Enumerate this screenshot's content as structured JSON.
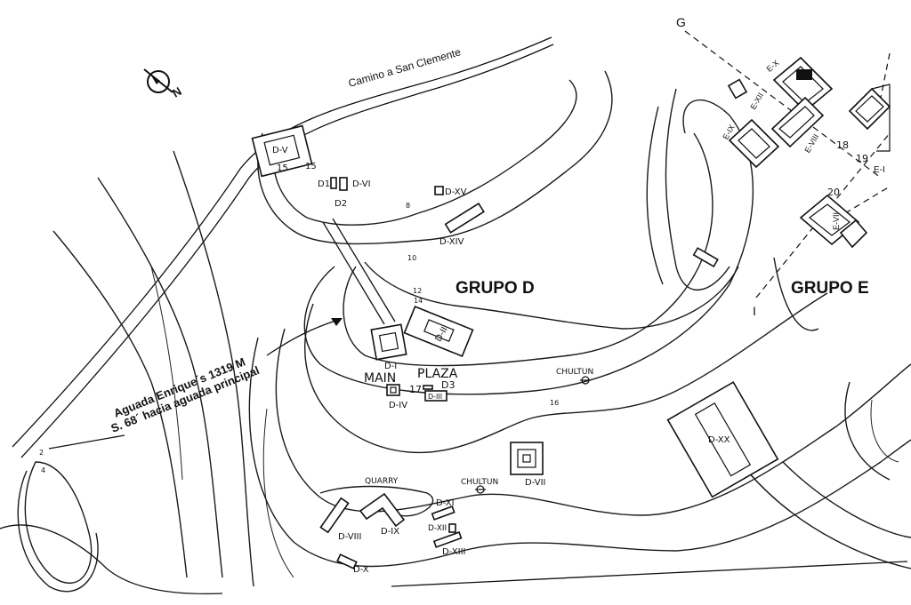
{
  "labels": {
    "road": "Camino a San Clemente",
    "north": "N",
    "group_d": "GRUPO D",
    "group_e": "GRUPO E",
    "aguada_line1": "Aguada Enrique´s 1319 M",
    "aguada_line2": "S. 68´ hacia aguada principal",
    "main": "MAIN",
    "plaza": "PLAZA",
    "quarry": "QUARRY",
    "chultun_1": "CHULTUN",
    "chultun_2": "CHULTUN",
    "section_g": "G",
    "section_i": "I"
  },
  "structures": {
    "dv": "D-V",
    "dvi": "D-VI",
    "dxv": "D-XV",
    "dxiv": "D-XIV",
    "di": "D-I",
    "dii": "D-II",
    "div": "D-IV",
    "diii": "D-III",
    "dvii": "D-VII",
    "dxx": "D-XX",
    "dviii": "D-VIII",
    "dix": "D-IX",
    "dx": "D-X",
    "dxi": "D-XI",
    "dxii": "D-XII",
    "dxiii": "D-XIII",
    "ex": "E-X",
    "exii": "E-XII",
    "eix": "E-IX",
    "eviii": "E-VIII",
    "evii": "E-VII",
    "ei": "E-I"
  },
  "markers": {
    "m15a": "15",
    "m15b": "15",
    "d1": "D1",
    "d2": "D2",
    "m17": "17",
    "d3": "D3",
    "m18": "18",
    "m19": "19",
    "m20": "20"
  },
  "contours": {
    "c2": "2",
    "c4": "4",
    "c8": "8",
    "c10": "10",
    "c12": "12",
    "c14": "14",
    "c16": "16"
  }
}
